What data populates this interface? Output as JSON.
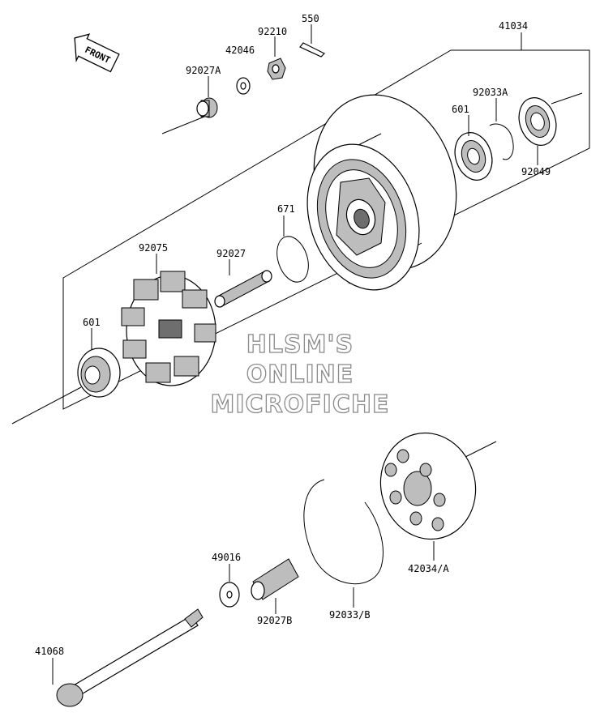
{
  "diagram": {
    "front_label": "FRONT",
    "watermark": [
      "HLSM'S",
      "ONLINE",
      "MICROFICHE"
    ],
    "parts": [
      {
        "id": "p550",
        "number": "550"
      },
      {
        "id": "p41034",
        "number": "41034"
      },
      {
        "id": "p92210",
        "number": "92210"
      },
      {
        "id": "p42046",
        "number": "42046"
      },
      {
        "id": "p92027A",
        "number": "92027A"
      },
      {
        "id": "p92033A",
        "number": "92033A"
      },
      {
        "id": "p601a",
        "number": "601"
      },
      {
        "id": "p92049",
        "number": "92049"
      },
      {
        "id": "p671",
        "number": "671"
      },
      {
        "id": "p92075",
        "number": "92075"
      },
      {
        "id": "p92027",
        "number": "92027"
      },
      {
        "id": "p601b",
        "number": "601"
      },
      {
        "id": "p49016",
        "number": "49016"
      },
      {
        "id": "p92027B",
        "number": "92027B"
      },
      {
        "id": "p42034A",
        "number": "42034/A"
      },
      {
        "id": "p92033B",
        "number": "92033/B"
      },
      {
        "id": "p41068",
        "number": "41068"
      }
    ]
  }
}
